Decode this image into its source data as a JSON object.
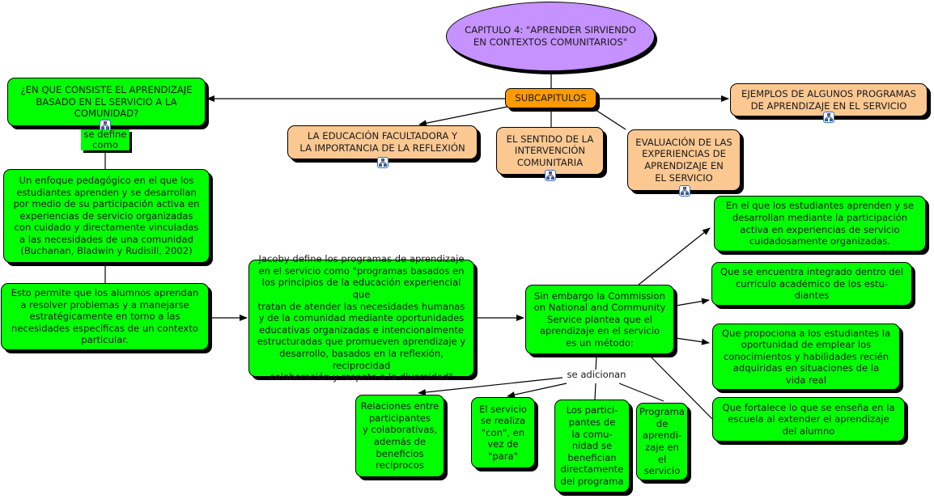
{
  "colors": {
    "concept_green": "#00ff00",
    "subchapter_peach": "#fbc892",
    "hub_orange": "#ff9a00",
    "root_purple": "#c592ff",
    "submap_icon_blue": "#3b6fb6"
  },
  "root": {
    "label": "CAPITULO 4: \"APRENDER SIRVIENDO\nEN CONTEXTOS COMUNITARIOS\""
  },
  "hub": {
    "label": "SUBCAPITULOS"
  },
  "question": {
    "label": "¿EN QUE CONSISTE EL APRENDIZAJE\nBASADO EN EL SERVICIO A LA\nCOMUNIDAD?",
    "icon": "submap-icon"
  },
  "examples": {
    "label": "EJEMPLOS DE ALGUNOS PROGRAMAS\nDE APRENDIZAJE EN EL SERVICIO",
    "icon": "submap-icon"
  },
  "subchapters": [
    {
      "label": "LA EDUCACIÓN FACULTADORA Y\nLA IMPORTANCIA DE LA REFLEXIÓN",
      "icon": "submap-icon"
    },
    {
      "label": "EL SENTIDO DE LA\nINTERVENCIÓN\nCOMUNITARIA",
      "icon": "submap-icon"
    },
    {
      "label": "EVALUACIÓN DE LAS\nEXPERIENCIAS DE\nAPRENDIZAJE EN\nEL SERVICIO",
      "icon": "submap-icon"
    }
  ],
  "link_labels": {
    "defines": "se define\ncomo",
    "adds": "se adicionan"
  },
  "definition": {
    "label": "Un enfoque pedagógico en el que los\nestudiantes aprenden y se desarrollan\npor medio de su participación activa en\nexperiencias de servicio organizadas\ncon cuidado y directamente vinculadas\na las necesidades de una comunidad\n(Buchanan, Bladwin y Rudisill, 2002)"
  },
  "allows": {
    "label": "Esto permite que los alumnos aprendan\na resolver problemas y a manejarse\nestratégicamente en torno a las\nnecesidades específicas de un contexto\nparticular."
  },
  "jacoby": {
    "label": "Jacoby define los programas de aprendizaje\nen el servicio como \"programas basados en\nlos principios de la educación experiencial que\ntratan de atender las necesidades humanas\ny de la comunidad mediante oportunidades\neducativas organizadas e intencionalmente\nestructuradas que promueven aprendizaje y\ndesarrollo, basados en la reflexión, reciprocidad\ncolaboración y respeto a la diversidad\""
  },
  "commission": {
    "label": "Sin embargo la Commission\non National and Community\nService plantea que el\naprendizaje en el servicio\nes un método:"
  },
  "method_items": [
    {
      "label": "En el que los estudiantes aprenden y se\ndesarrollan mediante la participación\nactiva en experiencias de servicio\ncuidadosamente organizadas."
    },
    {
      "label": "Que se encuentra integrado dentro del\ncurrículo académico de los estu-\ndiantes"
    },
    {
      "label": "Que propociona a los estudiantes la\noportunidad de emplear los\nconocimientos y habilidades recién\nadquiridas en situaciones de la\nvida real"
    },
    {
      "label": "Que fortalece lo que se enseña en la\nescuela al extender el aprendizaje\ndel alumno"
    }
  ],
  "additions": [
    {
      "label": "Relaciones entre\nparticipantes\ny colaborativas,\nademás de\nbeneficios\nrecíprocos"
    },
    {
      "label": "El servicio\nse realiza\n\"con\", en\nvez de\n\"para\""
    },
    {
      "label": "Los partici-\npantes de\nla comu-\nnidad se\nbenefician\ndirectamente\ndel programa"
    },
    {
      "label": "Programa\nde\naprendi-\nzaje en\nel\nservicio"
    }
  ]
}
